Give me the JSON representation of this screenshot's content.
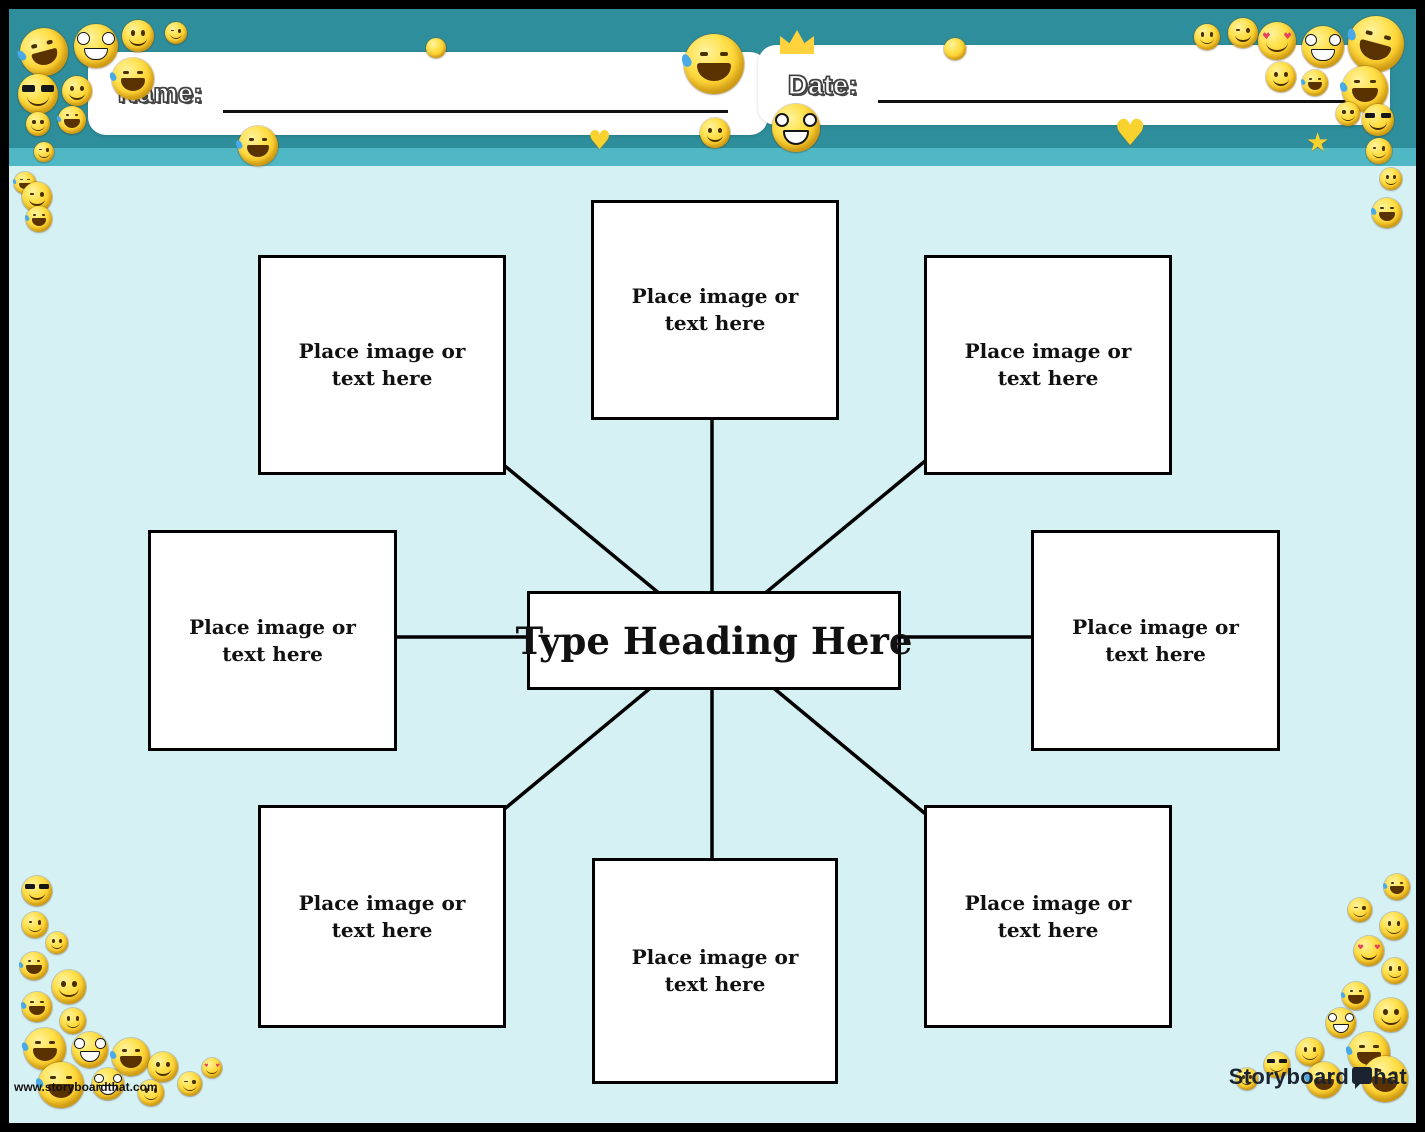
{
  "header": {
    "name_label": "Name:",
    "date_label": "Date:"
  },
  "diagram": {
    "heading": "Type Heading Here",
    "nodes": [
      {
        "position": "top-center",
        "label": "Place image or text here"
      },
      {
        "position": "top-left",
        "label": "Place image or text here"
      },
      {
        "position": "top-right",
        "label": "Place image or text here"
      },
      {
        "position": "middle-left",
        "label": "Place image or text here"
      },
      {
        "position": "middle-right",
        "label": "Place image or text here"
      },
      {
        "position": "bottom-left",
        "label": "Place image or text here"
      },
      {
        "position": "bottom-center",
        "label": "Place image or text here"
      },
      {
        "position": "bottom-right",
        "label": "Place image or text here"
      }
    ]
  },
  "footer": {
    "website": "www.storyboardthat.com",
    "brand_part1": "Storyboard",
    "brand_part2": "hat"
  },
  "colors": {
    "header_teal": "#2e8e9b",
    "header_strip": "#4fb8c4",
    "body_background": "#d6f1f4",
    "emoji_yellow": "#fdd535",
    "box_border": "#000000",
    "box_fill": "#ffffff"
  },
  "icons": [
    "smiley-face-icon",
    "laughing-face-icon",
    "sunglasses-face-icon",
    "nerd-glasses-face-icon",
    "wink-face-icon",
    "heart-eyes-face-icon",
    "heart-icon",
    "star-icon",
    "crown-icon",
    "speech-bubble-icon"
  ]
}
